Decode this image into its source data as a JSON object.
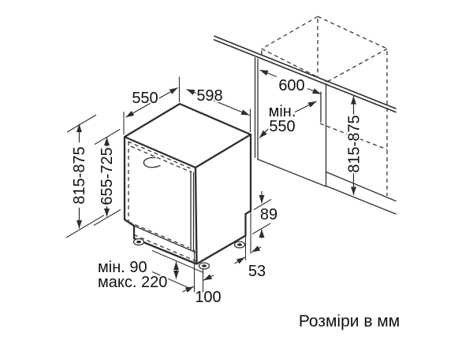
{
  "colors": {
    "background": "#ffffff",
    "line": "#2e2e2e",
    "text": "#111111"
  },
  "caption": "Розміри в мм",
  "appliance_dims": {
    "depth_top": "550",
    "width_top": "598",
    "height_overall": "815-875",
    "height_door": "655-725",
    "base_min": "мін. 90",
    "base_max": "макс. 220",
    "foot_offset": "100",
    "rear_notch_height": "89",
    "rear_notch_depth": "53"
  },
  "niche_dims": {
    "width": "600",
    "depth_label": "мін.",
    "depth_value": "550",
    "height": "815-875"
  }
}
